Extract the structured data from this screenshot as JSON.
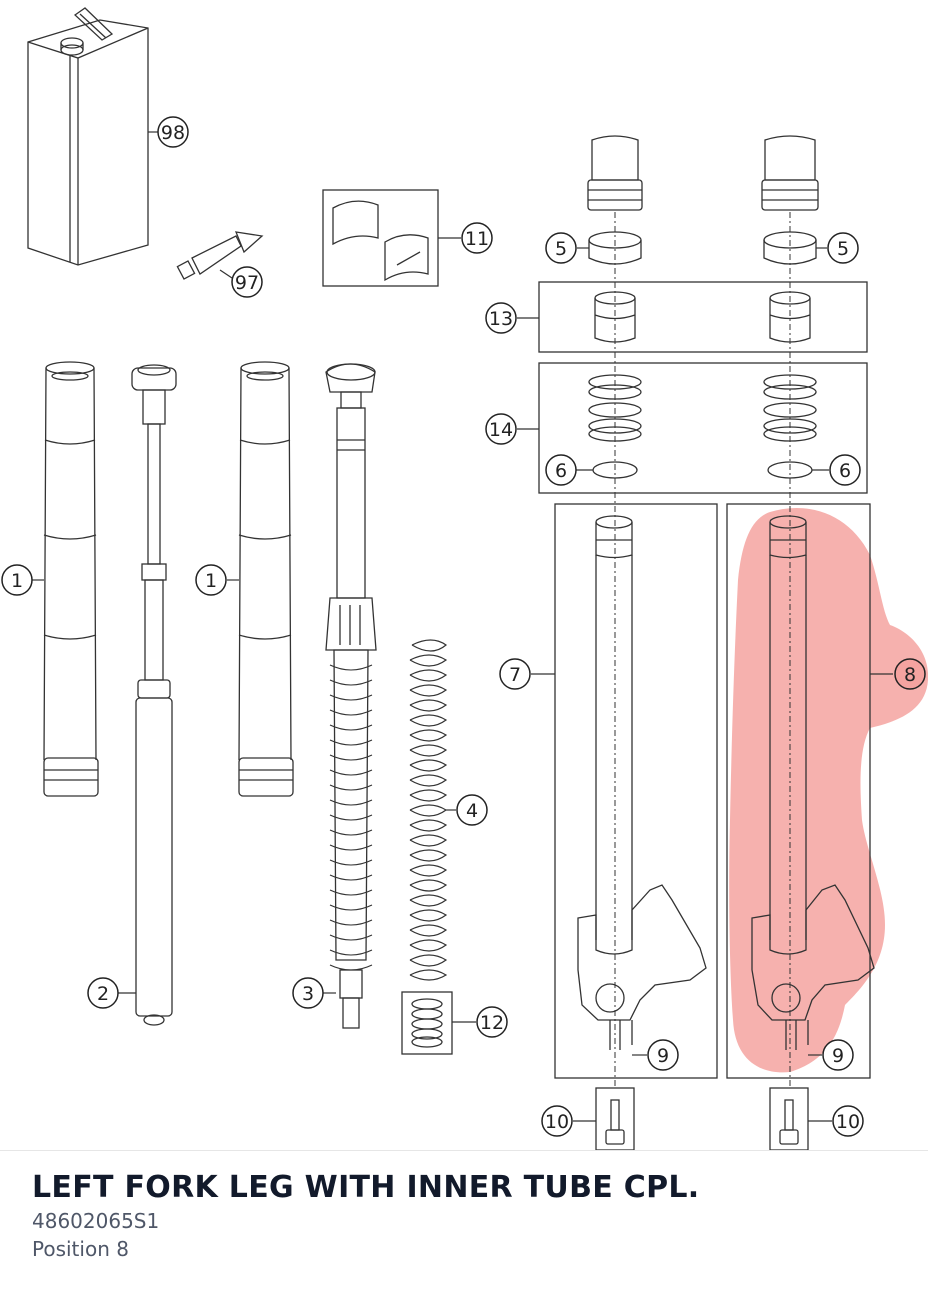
{
  "diagram": {
    "highlight_color": "#f5a3a0",
    "labels": {
      "c98": "98",
      "c97": "97",
      "c11": "11",
      "c5a": "5",
      "c5b": "5",
      "c13": "13",
      "c14": "14",
      "c6a": "6",
      "c6b": "6",
      "c1a": "1",
      "c1b": "1",
      "c2": "2",
      "c3": "3",
      "c4": "4",
      "c7": "7",
      "c8": "8",
      "c12": "12",
      "c9a": "9",
      "c9b": "9",
      "c10a": "10",
      "c10b": "10"
    }
  },
  "part": {
    "title": "LEFT FORK LEG WITH INNER TUBE CPL.",
    "number": "48602065S1",
    "position": "Position 8"
  }
}
